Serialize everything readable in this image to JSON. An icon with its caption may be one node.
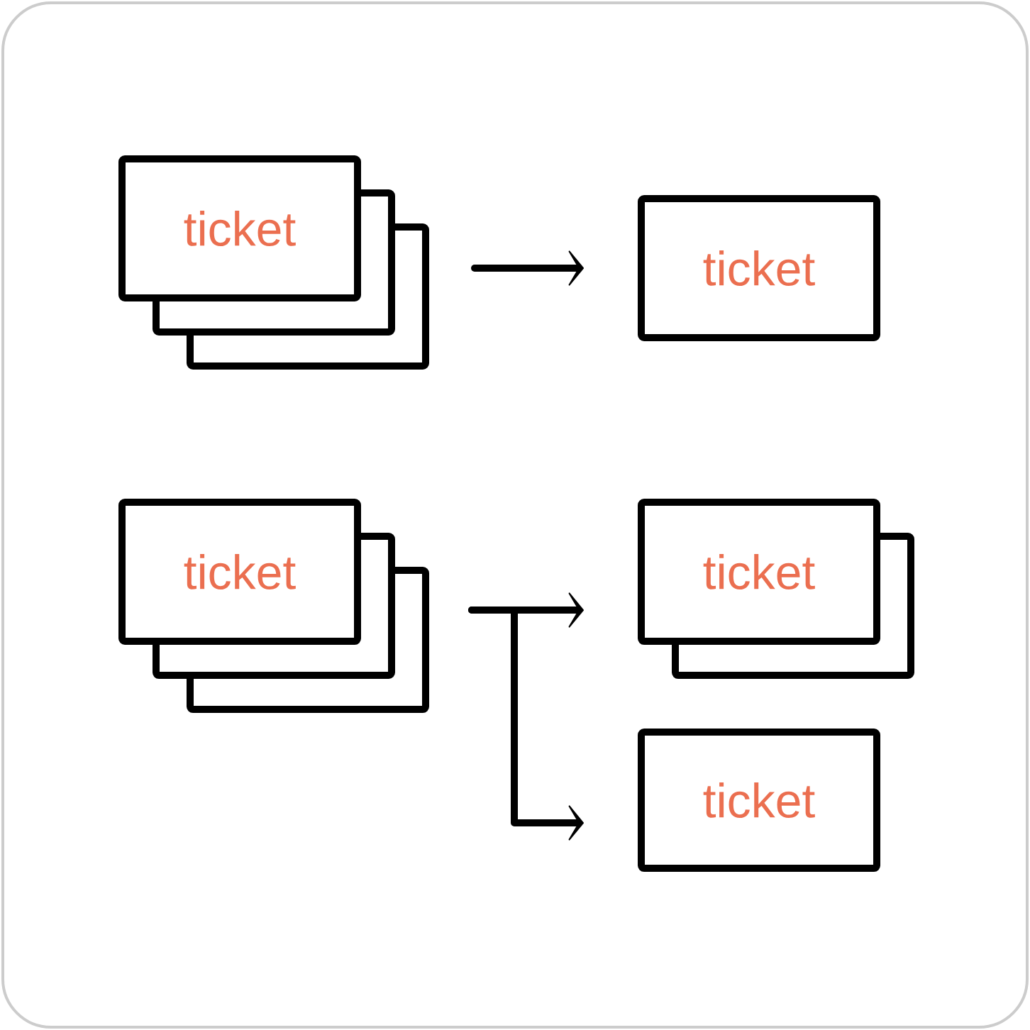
{
  "diagram": {
    "nodes": [
      {
        "text": [
          "ticket"
        ]
      },
      {
        "text": [
          "ticket"
        ]
      },
      {
        "text": [
          "ticket"
        ]
      },
      {
        "text": [
          "ticket"
        ]
      },
      {
        "text": [
          "ticket"
        ]
      }
    ],
    "edges": [
      {
        "from": 0,
        "to": 1,
        "arrow": "to"
      },
      {
        "from": 2,
        "to": 3,
        "arrow": "to"
      },
      {
        "from": 2,
        "to": 4,
        "arrow": "to"
      }
    ]
  }
}
